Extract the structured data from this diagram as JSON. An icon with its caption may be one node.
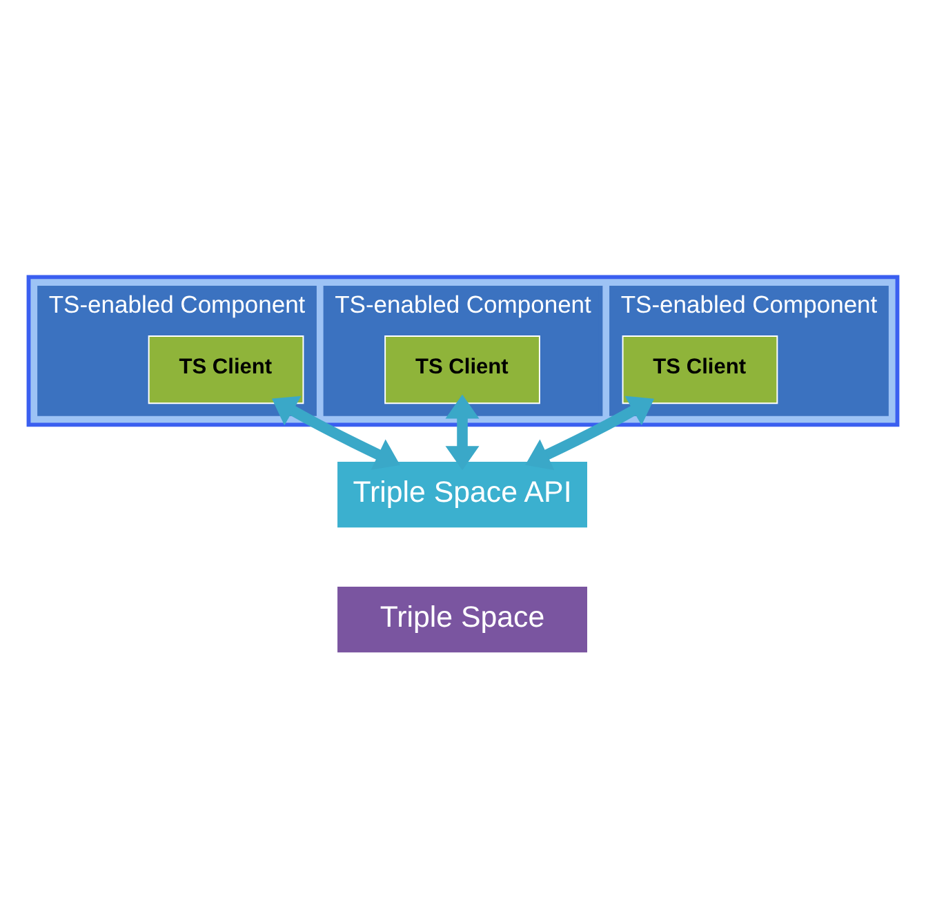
{
  "diagram": {
    "nodes": [
      {
        "text": [],
        "shape": "box"
      },
      {
        "text": [
          "TS-enabled Component"
        ],
        "in": 0
      },
      {
        "text": [
          "TS Client"
        ],
        "in": 1
      },
      {
        "text": [
          "TS-enabled Component"
        ],
        "in": 0
      },
      {
        "text": [
          "TS Client"
        ],
        "in": 3
      },
      {
        "text": [
          "TS-enabled Component"
        ],
        "in": 0
      },
      {
        "text": [
          "TS Client"
        ],
        "in": 5
      },
      {
        "text": [
          "Triple Space API"
        ]
      },
      {
        "text": [
          "Triple Space"
        ]
      }
    ],
    "edges": [
      {
        "from": 2,
        "to": 7,
        "arrow": "both"
      },
      {
        "from": 4,
        "to": 7,
        "arrow": "both"
      },
      {
        "from": 6,
        "to": 7,
        "arrow": "both"
      }
    ]
  }
}
